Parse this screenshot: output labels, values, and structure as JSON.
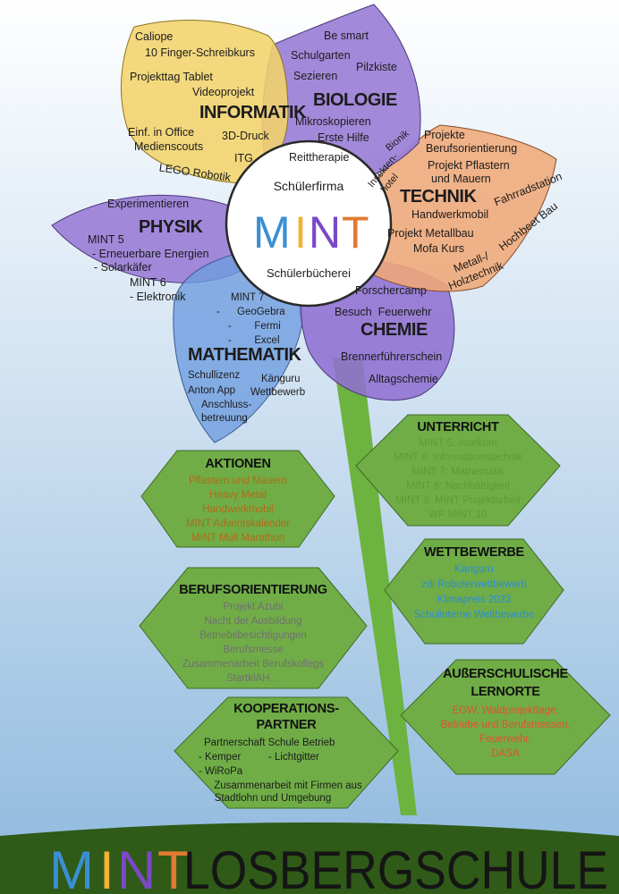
{
  "colors": {
    "mint_m": "#3a8fd3",
    "mint_i": "#f2b233",
    "mint_n": "#7a49c6",
    "mint_t": "#e27a33",
    "text_brown": "#b06a19",
    "text_green": "#5b9d33",
    "text_gray": "#707070",
    "text_blue": "#2a8dd6",
    "text_orange": "#e4512c"
  },
  "center": {
    "logo": [
      "M",
      "I",
      "N",
      "T"
    ],
    "top_label": "Schülerfirma",
    "bottom_label": "Schülerbücherei"
  },
  "petals": {
    "informatik": {
      "title": "INFORMATIK",
      "items": [
        "Caliope",
        "10 Finger-Schreibkurs",
        "Projekttag Tablet",
        "Videoprojekt",
        "Einf. in Office",
        "3D-Druck",
        "Medienscouts",
        "ITG",
        "LEGO Robotik"
      ]
    },
    "biologie": {
      "title": "BIOLOGIE",
      "items": [
        "Be smart",
        "Schulgarten",
        "Pilzkiste",
        "Sezieren",
        "Mikroskopieren",
        "Erste Hilfe",
        "Reittherapie"
      ]
    },
    "technik": {
      "title": "TECHNIK",
      "items": [
        "Projekte",
        "Berufsorientierung",
        "Projekt Pflastern",
        "und Mauern",
        "Fahrradstation",
        "Hochbeet Bau",
        "Handwerkmobil",
        "Projekt Metallbau",
        "Mofa Kurs",
        "Metall-/",
        "Holztechnik"
      ],
      "overlap": [
        "Bionik",
        "Insekten-",
        "hotel"
      ]
    },
    "physik": {
      "title": "PHYSIK",
      "items": [
        "Experimentieren",
        "MINT 5",
        "- Erneuerbare Energien",
        "- Solarkäfer",
        "MINT 6",
        "- Elektronik"
      ]
    },
    "mathematik": {
      "title": "MATHEMATIK",
      "items": [
        "MINT 7",
        "-      GeoGebra",
        "-        Fermi",
        "-        Excel",
        "Schullizenz",
        "Anton App",
        "Känguru",
        "Wettbewerb",
        "Anschluss-",
        "betreuung"
      ]
    },
    "chemie": {
      "title": "CHEMIE",
      "items": [
        "Forschercamp",
        "Besuch  Feuerwehr",
        "Brennerführerschein",
        "Alltagschemie"
      ]
    }
  },
  "leaves": {
    "aktionen": {
      "title": "AKTIONEN",
      "items": [
        "Pflastern und Mauern",
        "Heavy Metal",
        "Handwerkmobil",
        "MINT Adventskalender",
        "MINT Müll Marathon"
      ]
    },
    "unterricht": {
      "title": "UNTERRICHT",
      "items": [
        "MINT 5: Insekten",
        "MINT 6: Informationstechnik",
        "MINT 7: Mathematik",
        "MINT 8: Nachhaltigkeit",
        "MINT 9: MINT Projektarbeit",
        "WP MINT 10"
      ]
    },
    "berufsorientierung": {
      "title": "BERUFSORIENTIERUNG",
      "items": [
        "Projekt Azubi",
        "Nacht der Ausbildung",
        "Betriebsbesichtigungen",
        "Berufsmesse",
        "Zusammenarbeit Berufskollegs",
        "StartklAH…"
      ]
    },
    "wettbewerbe": {
      "title": "WETTBEWERBE",
      "items": [
        "Känguru",
        "zdi Roboterwettbewerb",
        "Klimapreis 2023",
        "Schulinterne Wettbewerbe"
      ]
    },
    "kooperation": {
      "title_lines": [
        "KOOPERATIONS-",
        "PARTNER"
      ],
      "items": [
        "Partnerschaft Schule Betrieb",
        "- Kemper",
        "- Lichtgitter",
        "- WiRoPa",
        "Zusammenarbeit mit Firmen aus",
        "Stadtlohn und Umgebung"
      ]
    },
    "ausserschulisch": {
      "title_lines": [
        "AUßERSCHULISCHE",
        "LERNORTE"
      ],
      "items": [
        "EGW, Waldprojekttage,",
        "Betriebe und Berufsmessen,",
        "Feuerwehr,",
        "DASA"
      ]
    }
  },
  "footer": {
    "mint": [
      "M",
      "I",
      "N",
      "T"
    ],
    "school": "LOSBERGSCHULE"
  }
}
